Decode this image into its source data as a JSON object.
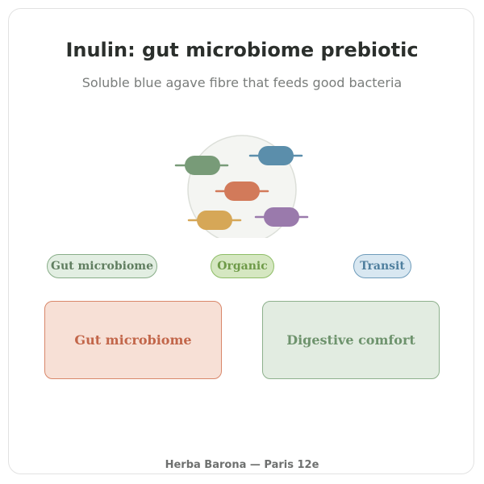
{
  "header": {
    "title": "Inulin: gut microbiome prebiotic",
    "subtitle": "Soluble blue agave fibre that feeds good bacteria"
  },
  "illustration": {
    "description_icon": "bacteria-cluster-icon",
    "colors": {
      "circle_fill": "#f4f5f2",
      "circle_stroke": "#dcdfd9",
      "green": "#789b78",
      "blue": "#5b8eab",
      "orange": "#d27a5a",
      "yellow": "#d6a757",
      "purple": "#9a7aac"
    }
  },
  "tags": [
    {
      "label": "Gut microbiome",
      "color": "#607e60"
    },
    {
      "label": "Organic",
      "color": "#6e9a48"
    },
    {
      "label": "Transit",
      "color": "#4f7f9e"
    }
  ],
  "boxes": [
    {
      "label": "Gut microbiome",
      "color": "#c2664a"
    },
    {
      "label": "Digestive comfort",
      "color": "#6e936d"
    }
  ],
  "footer": {
    "text": "Herba Barona — Paris 12e"
  }
}
